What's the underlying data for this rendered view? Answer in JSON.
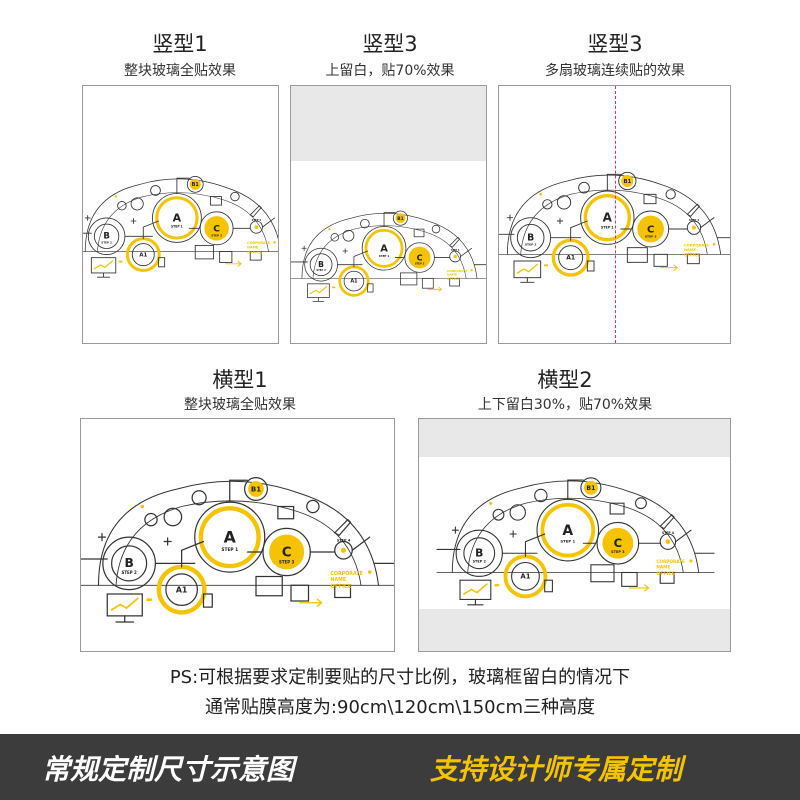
{
  "colors": {
    "accent_yellow": "#f6c300",
    "dark_text": "#222222",
    "frame_border": "#9a9a9a",
    "margin_band": "#e8e8e8",
    "footer_bg": "#3c3c3c",
    "seam_line": "#e0345a"
  },
  "panels": [
    {
      "title": "竖型1",
      "subtitle": "整块玻璃全贴效果"
    },
    {
      "title": "竖型3",
      "subtitle": "上留白，贴70%效果"
    },
    {
      "title": "竖型3",
      "subtitle": "多扇玻璃连续贴的效果"
    },
    {
      "title": "横型1",
      "subtitle": "整块玻璃全贴效果"
    },
    {
      "title": "横型2",
      "subtitle": "上下留白30%，贴70%效果"
    }
  ],
  "artwork": {
    "nodes": {
      "a": "A",
      "a_step": "STEP 1",
      "b": "B",
      "b_step": "STEP 2",
      "c": "C",
      "c_step": "STEP 3",
      "b1": "B1",
      "a1": "A1",
      "step4": "STEP 4"
    },
    "corporate_text": [
      "CORPORATE",
      "NAME"
    ],
    "office_text": "OFFICE"
  },
  "note": {
    "line1": "PS:可根据要求定制要贴的尺寸比例，玻璃框留白的情况下",
    "line2": "通常贴膜高度为:90cm\\120cm\\150cm三种高度"
  },
  "footer": {
    "left": "常规定制尺寸示意图",
    "right": "支持设计师专属定制"
  }
}
